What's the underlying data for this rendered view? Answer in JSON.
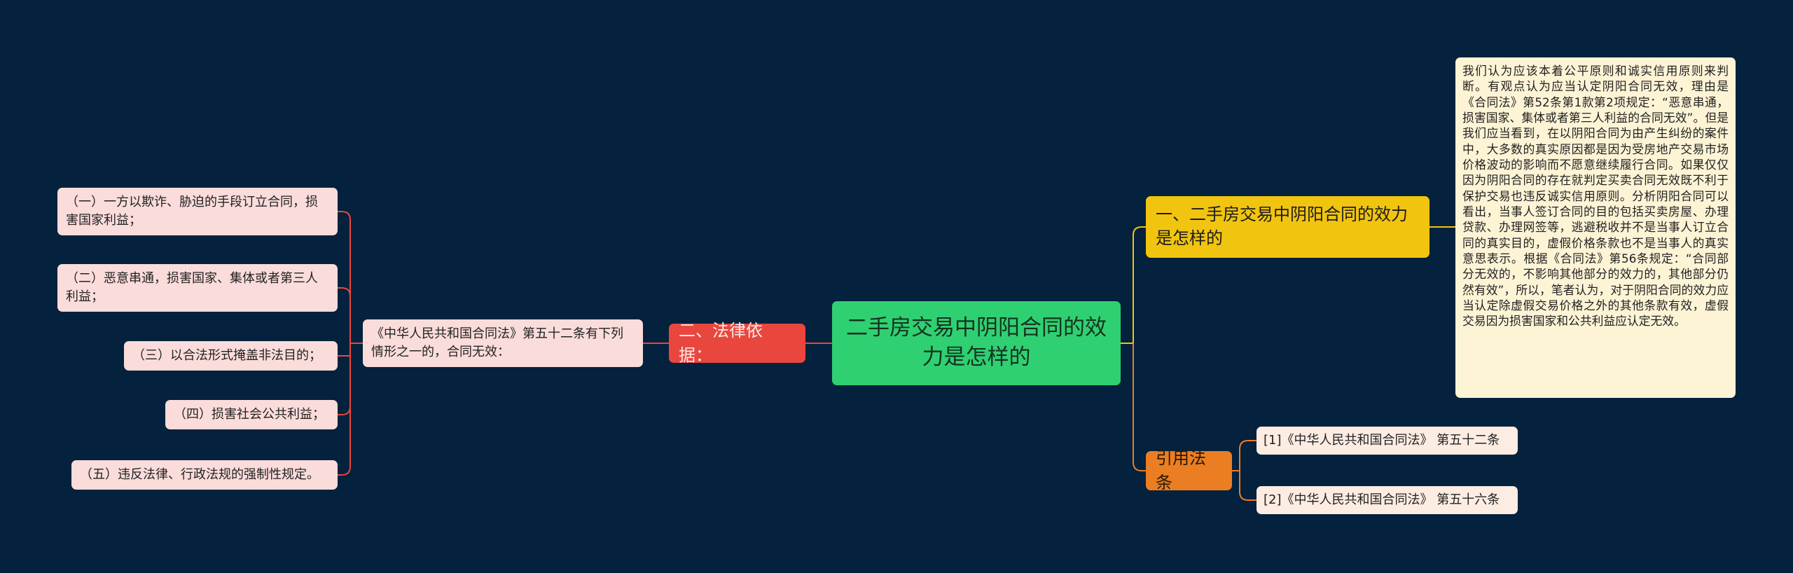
{
  "mindmap": {
    "root": "二手房交易中阴阳合同的效力是怎样的",
    "branches": {
      "legal_basis": {
        "label": "二、法律依据：",
        "child": "《中华人民共和国合同法》第五十二条有下列情形之一的，合同无效：",
        "items": [
          "（一）一方以欺诈、胁迫的手段订立合同，损害国家利益；",
          "（二）恶意串通，损害国家、集体或者第三人利益；",
          "（三）以合法形式掩盖非法目的；",
          "（四）损害社会公共利益；",
          "（五）违反法律、行政法规的强制性规定。"
        ]
      },
      "validity": {
        "label": "一、二手房交易中阴阳合同的效力是怎样的",
        "detail": "我们认为应该本着公平原则和诚实信用原则来判断。有观点认为应当认定阴阳合同无效，理由是《合同法》第52条第1款第2项规定：“恶意串通，损害国家、集体或者第三人利益的合同无效”。但是我们应当看到，在以阴阳合同为由产生纠纷的案件中，大多数的真实原因都是因为受房地产交易市场价格波动的影响而不愿意继续履行合同。如果仅仅因为阴阳合同的存在就判定买卖合同无效既不利于保护交易也违反诚实信用原则。分析阴阳合同可以看出，当事人签订合同的目的包括买卖房屋、办理贷款、办理网签等，逃避税收并不是当事人订立合同的真实目的，虚假价格条款也不是当事人的真实意思表示。根据《合同法》第56条规定：“合同部分无效的，不影响其他部分的效力的，其他部分仍然有效”，所以，笔者认为，对于阴阳合同的效力应当认定除虚假交易价格之外的其他条款有效，虚假交易因为损害国家和公共利益应认定无效。"
      },
      "references": {
        "label": "引用法条",
        "items": [
          "[1]《中华人民共和国合同法》 第五十二条",
          "[2]《中华人民共和国合同法》 第五十六条"
        ]
      }
    },
    "colors": {
      "background": "#04213d",
      "root": "#2fd072",
      "legal_basis": "#e9473e",
      "validity": "#f1c40f",
      "references": "#eb7e22",
      "leaf_pink": "#fadcda",
      "leaf_cream": "#fdf4d6",
      "leaf_ref": "#fdece2"
    }
  }
}
